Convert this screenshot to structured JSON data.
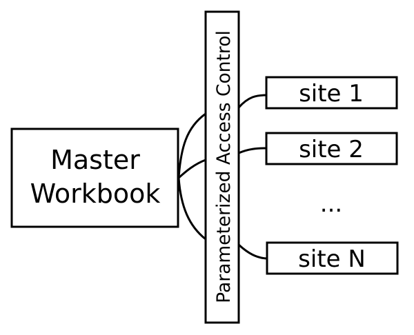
{
  "master": {
    "line1": "Master",
    "line2": "Workbook"
  },
  "access_control": {
    "label": "Parameterized Access Control"
  },
  "sites": [
    {
      "label": "site 1"
    },
    {
      "label": "site 2"
    },
    {
      "label": "..."
    },
    {
      "label": "site N"
    }
  ],
  "colors": {
    "stroke": "#000000",
    "background": "#ffffff"
  }
}
